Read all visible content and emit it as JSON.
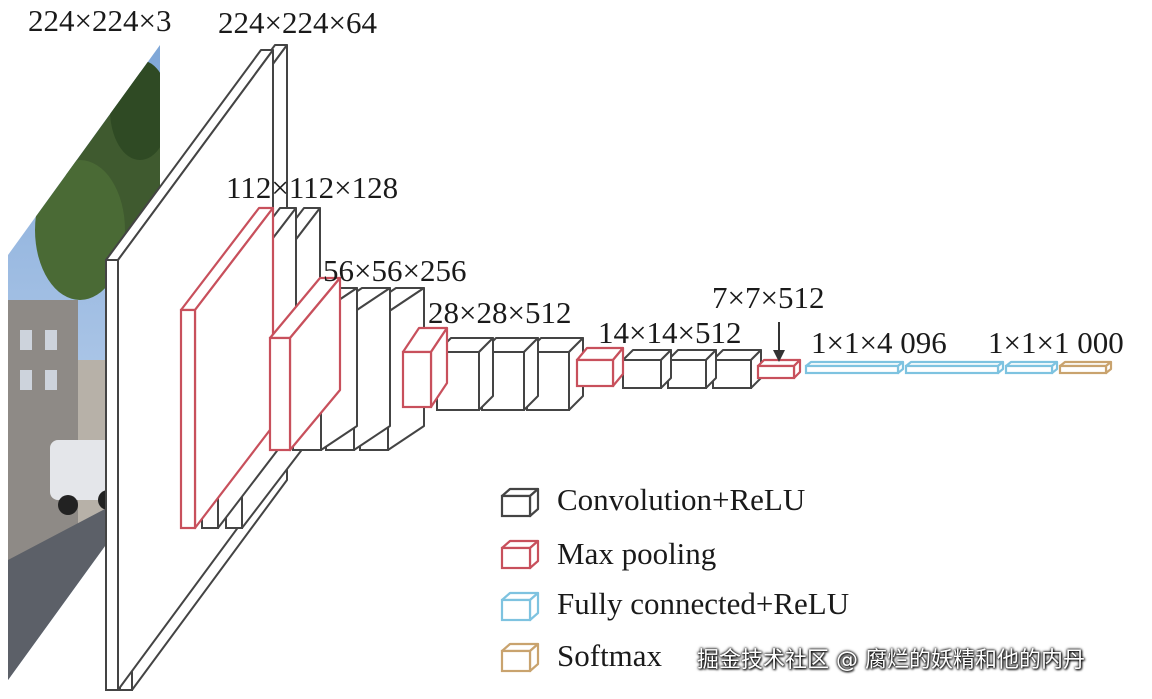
{
  "diagram": {
    "labels": {
      "input": "224×224×3",
      "conv1": "224×224×64",
      "conv2": "112×112×128",
      "conv3": "56×56×256",
      "conv4": "28×28×512",
      "conv5": "14×14×512",
      "pool5": "7×7×512",
      "fc": "1×1×4 096",
      "out": "1×1×1 000"
    },
    "legend": [
      {
        "label": "Convolution+ReLU",
        "color": "#444444"
      },
      {
        "label": "Max pooling",
        "color": "#c8505c"
      },
      {
        "label": "Fully connected+ReLU",
        "color": "#7ec3e0"
      },
      {
        "label": "Softmax",
        "color": "#c9a36e"
      }
    ],
    "watermark": "掘金技术社区 @ 腐烂的妖精和他的内丹"
  }
}
